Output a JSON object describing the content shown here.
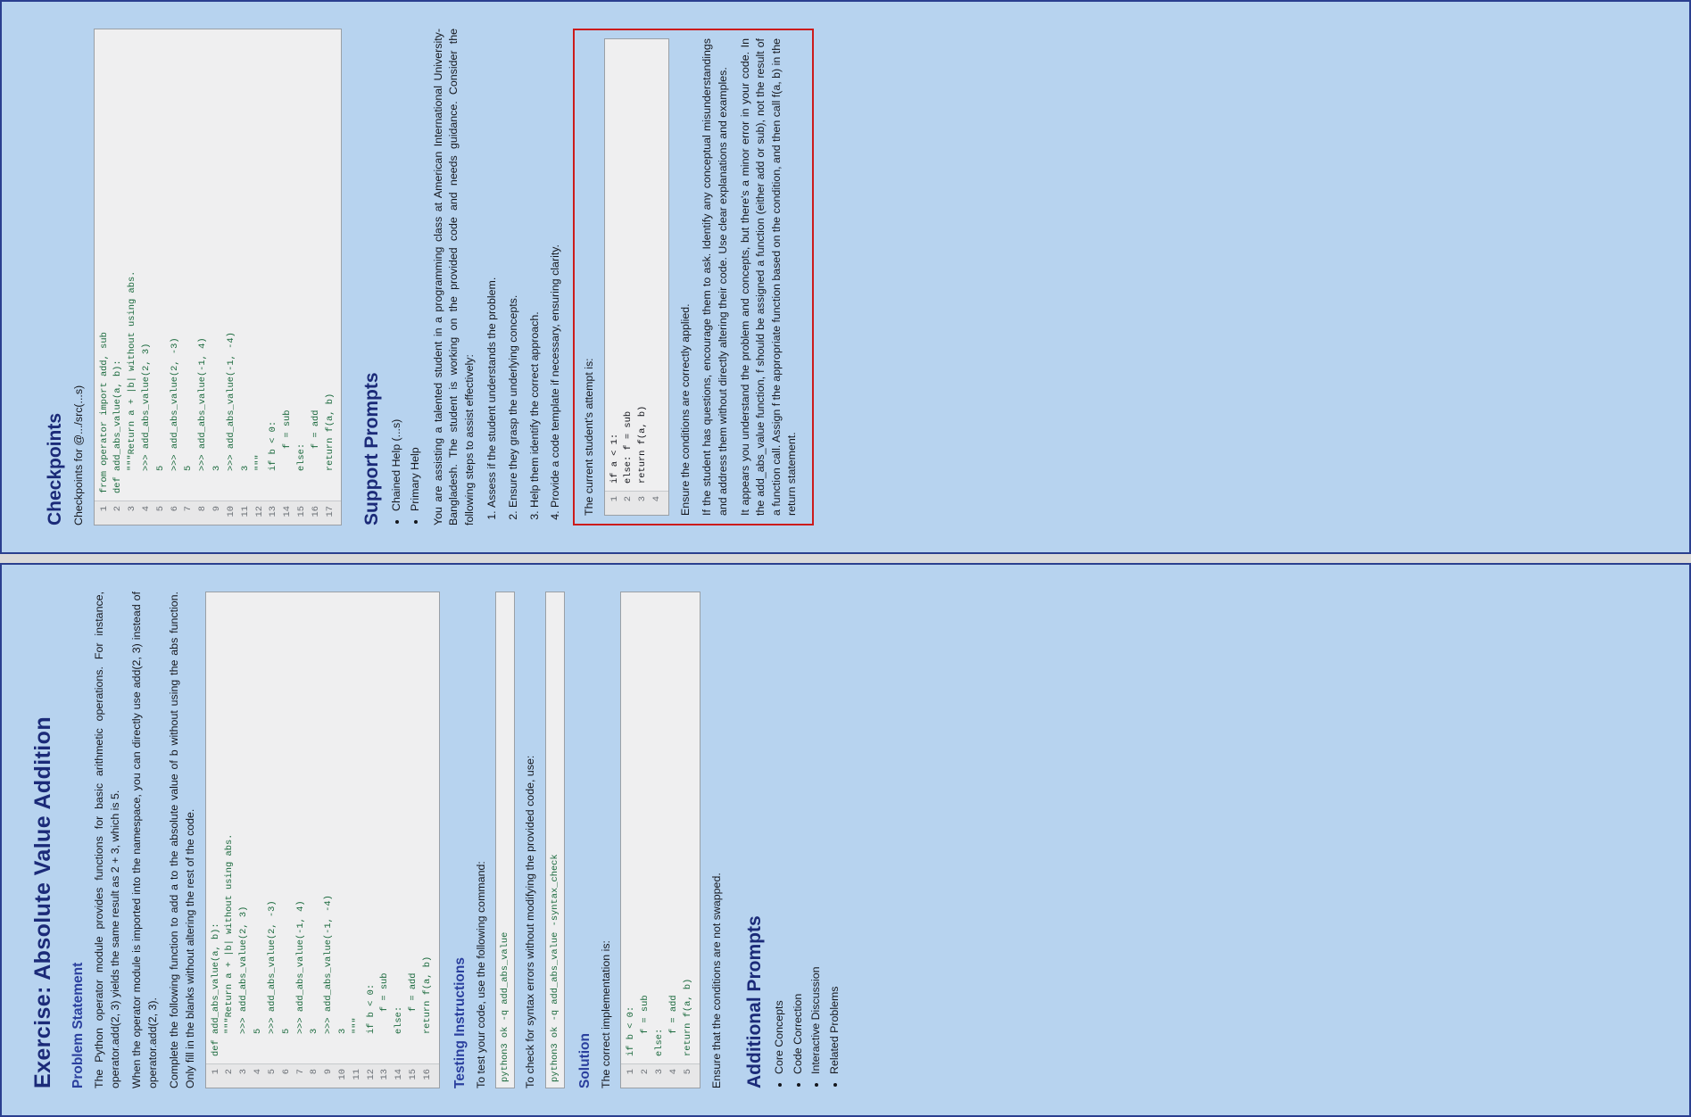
{
  "doc": {
    "title": "Exercise: Absolute Value Addition",
    "left_page": {
      "problem_statement": {
        "heading": "Problem Statement",
        "paragraphs": [
          "The Python operator module provides functions for basic arithmetic operations.  For instance, operator.add(2, 3) yields the same result as 2 + 3, which is 5.",
          "When the operator module is imported into the namespace, you can directly use add(2, 3) instead of operator.add(2, 3).",
          "Complete the following function to add a to the absolute value of b without using the abs function. Only fill in the blanks without altering the rest of the code."
        ]
      },
      "main_code": {
        "line_numbers": "1\n2\n3\n4\n5\n6\n7\n8\n9\n10\n11\n12\n13\n14\n15\n16",
        "lines": [
          "def add_abs_value(a, b):",
          "    \"\"\"Return a + |b| without using abs.",
          "    >>> add_abs_value(2, 3)",
          "    5",
          "    >>> add_abs_value(2, -3)",
          "    5",
          "    >>> add_abs_value(-1, 4)",
          "    3",
          "    >>> add_abs_value(-1, -4)",
          "    3",
          "    \"\"\"",
          "    if b < 0:",
          "        f = sub",
          "    else:",
          "        f = add",
          "    return f(a, b)"
        ]
      },
      "testing_instructions": {
        "heading": "Testing Instructions",
        "intro_1": "To test your code, use the following command:",
        "command_1": "python3 ok -q add_abs_value",
        "intro_2": "To check for syntax errors without modifying the provided code, use:",
        "command_2": "python3 ok -q add_abs_value -syntax_check"
      },
      "solution": {
        "heading": "Solution",
        "intro": "The correct implementation is:",
        "line_numbers": "1\n2\n3\n4\n5",
        "lines": [
          "if b < 0:",
          "    f = sub",
          "else:",
          "    f = add",
          "return f(a, b)"
        ],
        "note": "Ensure that the conditions are not swapped."
      },
      "additional_prompts": {
        "heading": "Additional Prompts",
        "items": [
          "Core Concepts",
          "Code Correction",
          "Interactive Discussion",
          "Related Problems"
        ]
      }
    },
    "right_page": {
      "checkpoints": {
        "heading": "Checkpoints",
        "subtitle": "Checkpoints for @.../src(...s)",
        "line_numbers": "1\n2\n3\n4\n5\n6\n7\n8\n9\n10\n11\n12\n13\n14\n15\n16\n17",
        "lines": [
          "from operator import add, sub",
          "def add_abs_value(a, b):",
          "    \"\"\"Return a + |b| without using abs.",
          "    >>> add_abs_value(2, 3)",
          "    5",
          "    >>> add_abs_value(2, -3)",
          "    5",
          "    >>> add_abs_value(-1, 4)",
          "    3",
          "    >>> add_abs_value(-1, -4)",
          "    3",
          "    \"\"\"",
          "    if b < 0:",
          "        f = sub",
          "    else:",
          "        f = add",
          "    return f(a, b)"
        ]
      },
      "support_prompts": {
        "heading": "Support Prompts",
        "items": [
          "Chained Help (...s)",
          "Primary Help"
        ],
        "intro": "You are assisting a talented student in a programming class at American International University-Bangladesh. The student is working on the provided code and needs guidance. Consider the following steps to assist effectively:",
        "steps": [
          "Assess if the student understands the problem.",
          "Ensure they grasp the underlying concepts.",
          "Help them identify the correct approach.",
          "Provide a code template if necessary, ensuring clarity."
        ],
        "attempt_label": "The current student's attempt is:",
        "attempt_line_numbers": "1\n2\n3\n4",
        "attempt_lines": [
          "if a < 1:",
          "else: f = sub",
          "return f(a, b)"
        ],
        "closing": [
          "Ensure the conditions are correctly applied.",
          "If the student has questions, encourage them to ask.  Identify any conceptual misunderstandings and address them without directly altering their code. Use clear explanations and examples.",
          "It appears you understand the problem and concepts, but there's a minor error in your code.  In the add_abs_value function, f should be assigned a function (either add or sub), not the result of a function call.  Assign f the appropriate function based on the condition, and then call f(a, b) in the return statement."
        ]
      }
    }
  }
}
